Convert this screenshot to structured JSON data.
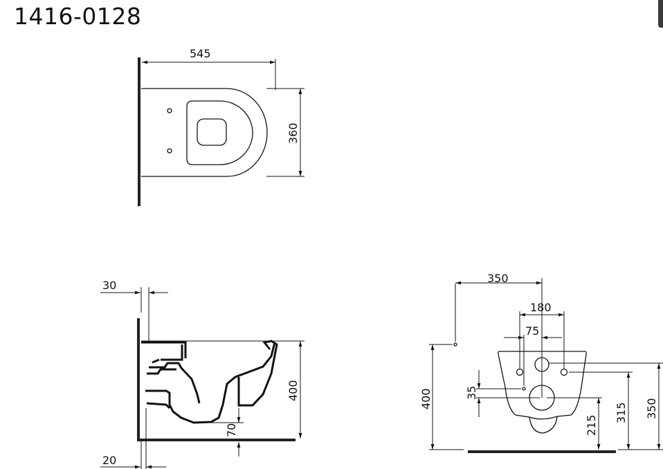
{
  "title": "1416-0128",
  "top_view": {
    "length": "545",
    "width": "360"
  },
  "side_view": {
    "wall_gap_top": "30",
    "wall_gap_bottom": "20",
    "height": "400",
    "outlet_height": "70"
  },
  "front_view": {
    "offset": "350",
    "bolt_spacing": "180",
    "small_spacing": "75",
    "vertical_offset": "35",
    "outlet_height": "215",
    "bolt_height": "315",
    "inlet_height": "350",
    "height": "400"
  }
}
